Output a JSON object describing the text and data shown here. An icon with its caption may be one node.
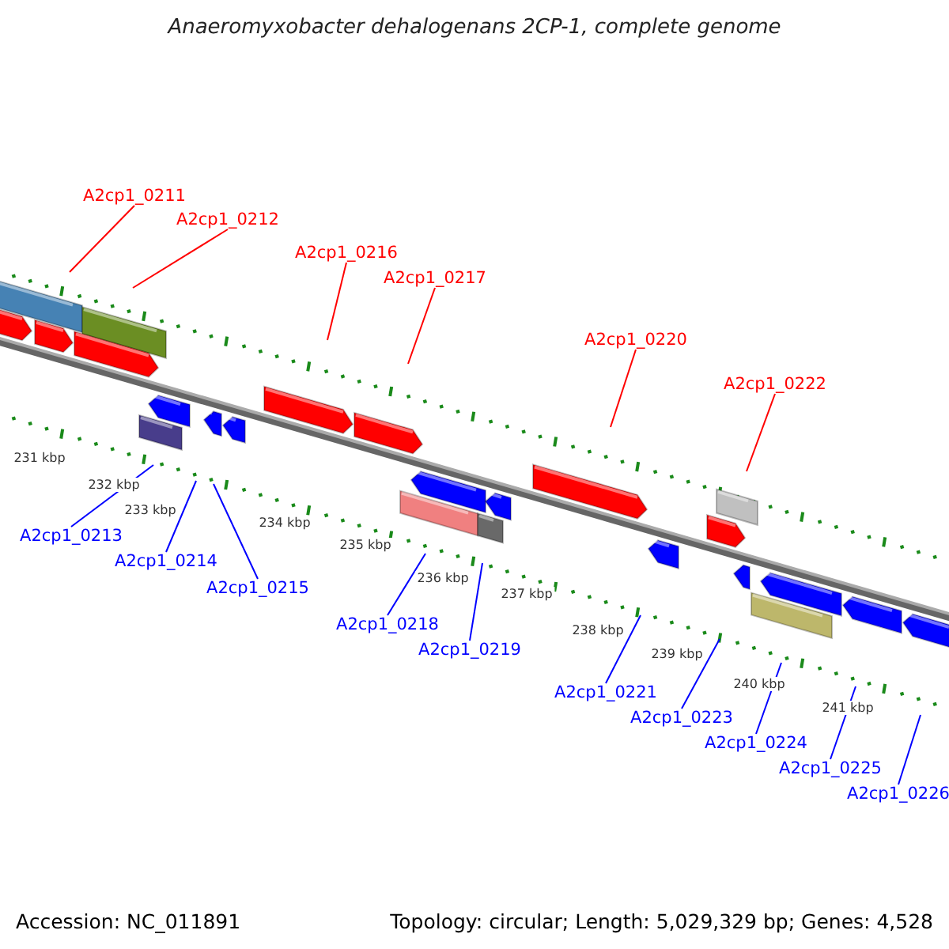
{
  "diagram": {
    "title": "Anaeromyxobacter dehalogenans 2CP-1, complete genome",
    "nodes": [
      {
        "text": [
          "A2cp1_0211"
        ]
      },
      {
        "text": [
          "A2cp1_0212"
        ]
      },
      {
        "text": [
          "A2cp1_0213"
        ]
      },
      {
        "text": [
          "A2cp1_0214"
        ]
      },
      {
        "text": [
          "A2cp1_0215"
        ]
      },
      {
        "text": [
          "A2cp1_0216"
        ]
      },
      {
        "text": [
          "A2cp1_0217"
        ]
      },
      {
        "text": [
          "A2cp1_0218"
        ]
      },
      {
        "text": [
          "A2cp1_0219"
        ]
      },
      {
        "text": [
          "A2cp1_0220"
        ]
      },
      {
        "text": [
          "A2cp1_0221"
        ]
      },
      {
        "text": [
          "A2cp1_0222"
        ]
      },
      {
        "text": [
          "A2cp1_0223"
        ]
      },
      {
        "text": [
          "A2cp1_0224"
        ]
      },
      {
        "text": [
          "A2cp1_0225"
        ]
      },
      {
        "text": [
          "A2cp1_0226"
        ]
      }
    ],
    "edges": [
      {
        "from": 0,
        "to": null,
        "arrow": "none",
        "color": "#ff0000"
      },
      {
        "from": 1,
        "to": null,
        "arrow": "none",
        "color": "#ff0000"
      },
      {
        "from": 2,
        "to": null,
        "arrow": "none"
      },
      {
        "from": 3,
        "to": null,
        "arrow": "none"
      },
      {
        "from": 4,
        "to": null,
        "arrow": "none"
      },
      {
        "from": 5,
        "to": null,
        "arrow": "none",
        "color": "#ff0000"
      },
      {
        "from": 6,
        "to": null,
        "arrow": "none",
        "color": "#ff0000"
      },
      {
        "from": 7,
        "to": null,
        "arrow": "none"
      },
      {
        "from": 8,
        "to": null,
        "arrow": "none"
      },
      {
        "from": 9,
        "to": null,
        "arrow": "none",
        "color": "#ff0000"
      },
      {
        "from": 10,
        "to": null,
        "arrow": "none"
      },
      {
        "from": 11,
        "to": null,
        "arrow": "none",
        "color": "#ff0000"
      },
      {
        "from": 12,
        "to": null,
        "arrow": "none"
      },
      {
        "from": 13,
        "to": null,
        "arrow": "none"
      },
      {
        "from": 14,
        "to": null,
        "arrow": "none"
      },
      {
        "from": 15,
        "to": null,
        "arrow": "none"
      }
    ],
    "labels": [
      "231 kbp",
      "232 kbp",
      "233 kbp",
      "234 kbp",
      "235 kbp",
      "236 kbp",
      "237 kbp",
      "238 kbp",
      "239 kbp",
      "240 kbp",
      "241 kbp",
      "Accession: NC_011891",
      "Topology: circular; Length: 5,029,329 bp; Genes: 4,528"
    ]
  }
}
